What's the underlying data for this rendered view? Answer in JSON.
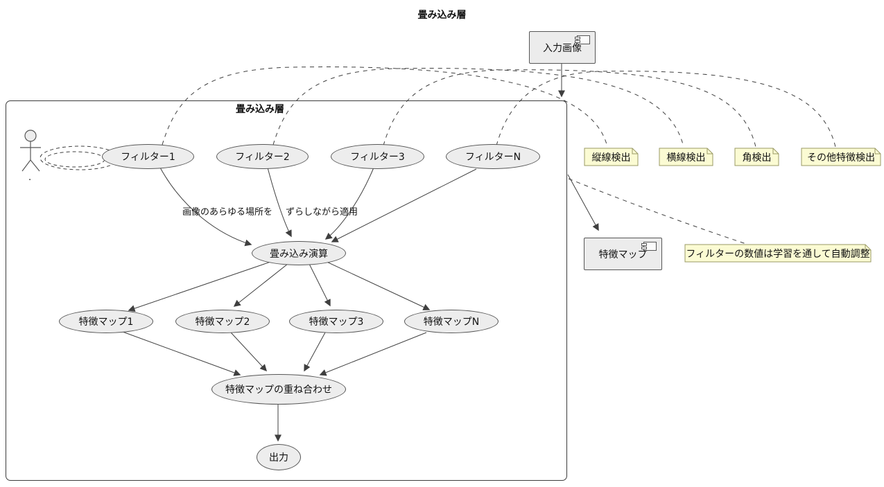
{
  "title": "畳み込み層",
  "container": {
    "label": "畳み込み層"
  },
  "nodes": {
    "input_image": {
      "label": "入力画像"
    },
    "actor": {
      "label": "."
    },
    "filter1": {
      "label": "フィルター1"
    },
    "filter2": {
      "label": "フィルター2"
    },
    "filter3": {
      "label": "フィルター3"
    },
    "filterN": {
      "label": "フィルターN"
    },
    "convolution": {
      "label": "畳み込み演算"
    },
    "fmap1": {
      "label": "特徴マップ1"
    },
    "fmap2": {
      "label": "特徴マップ2"
    },
    "fmap3": {
      "label": "特徴マップ3"
    },
    "fmapN": {
      "label": "特徴マップN"
    },
    "merge": {
      "label": "特徴マップの重ね合わせ"
    },
    "output": {
      "label": "出力"
    },
    "feature_map_component": {
      "label": "特徴マップ"
    }
  },
  "notes": {
    "vertical_line": {
      "label": "縦線検出"
    },
    "horizontal_line": {
      "label": "横線検出"
    },
    "corner": {
      "label": "角検出"
    },
    "other_features": {
      "label": "その他特徴検出"
    },
    "learning": {
      "label": "フィルターの数値は学習を通して自動調整"
    }
  },
  "edge_labels": {
    "apply_everywhere": "画像のあらゆる場所を",
    "apply_shifting": "ずらしながら適用"
  },
  "colors": {
    "node_fill": "#ededed",
    "node_border": "#565656",
    "note_fill": "#fbfbd3",
    "note_border": "#9a9a64",
    "line": "#3f3f3f"
  }
}
